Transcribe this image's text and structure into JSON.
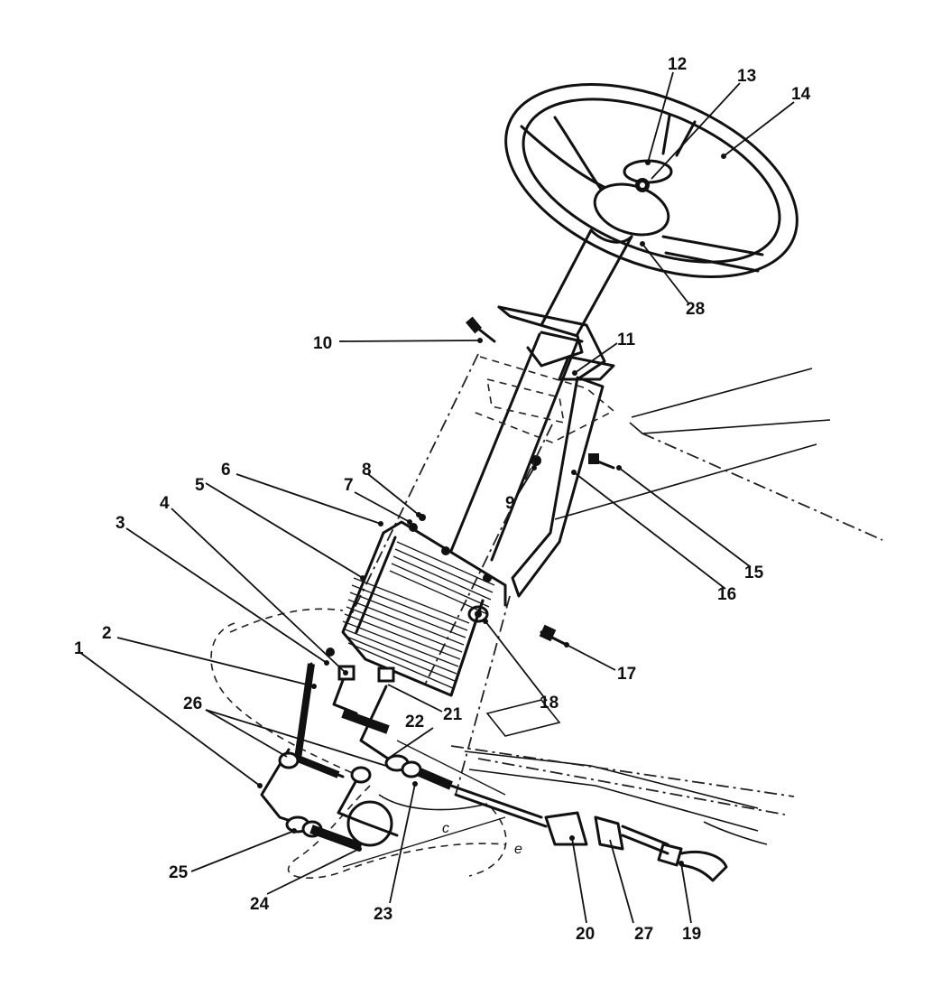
{
  "diagram": {
    "callouts": [
      "1",
      "2",
      "3",
      "4",
      "5",
      "6",
      "7",
      "8",
      "9",
      "10",
      "11",
      "12",
      "13",
      "14",
      "15",
      "16",
      "17",
      "18",
      "19",
      "20",
      "21",
      "22",
      "23",
      "24",
      "25",
      "26",
      "27",
      "28"
    ],
    "inline_marks": [
      "c",
      "e"
    ]
  }
}
